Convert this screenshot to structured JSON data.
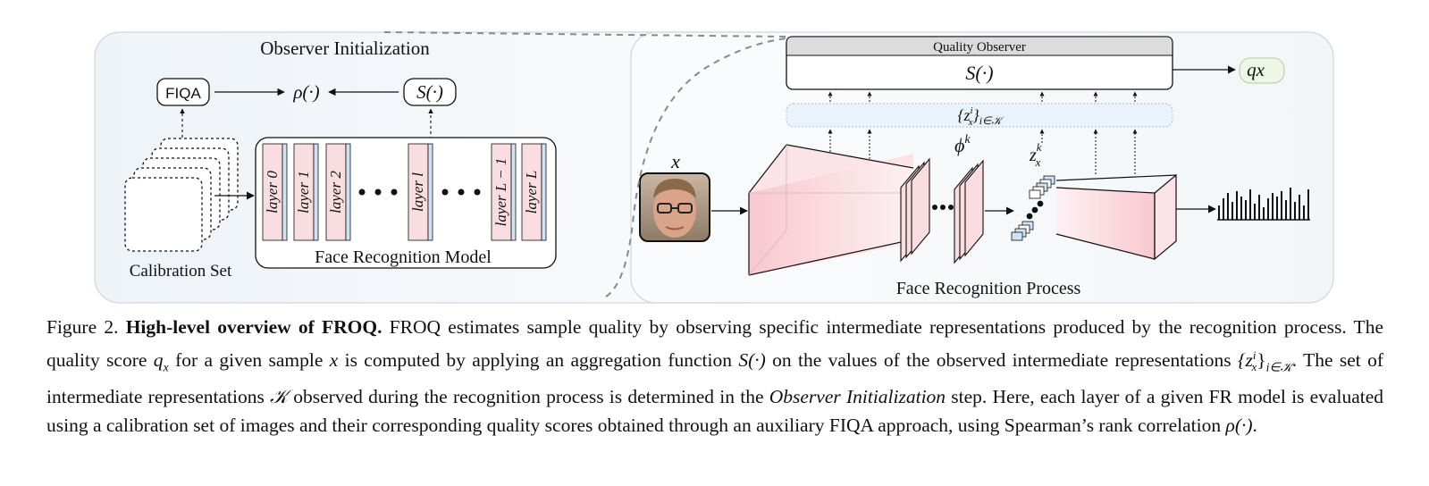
{
  "observer_init": {
    "title": "Observer Initialization",
    "fiqa": "FIQA",
    "rho": "ρ(·)",
    "s_fn": "S(·)",
    "calibration_set": "Calibration Set",
    "model_label": "Face Recognition Model",
    "layers": [
      "layer 0",
      "layer 1",
      "layer 2",
      "layer l",
      "layer L − 1",
      "layer L"
    ]
  },
  "fr_process": {
    "quality_observer": "Quality Observer",
    "s_fn": "S(·)",
    "q_output": "qx",
    "z_set": "{z",
    "z_sup": "i",
    "z_sub_x": "x",
    "z_tail": "}",
    "z_sub_k": "i∈𝒦",
    "input_x": "x",
    "phi": "ϕ",
    "phi_sup": "k",
    "z_k": "z",
    "z_k_sup": "k",
    "z_k_sub": "x",
    "process_label": "Face Recognition Process"
  },
  "caption": {
    "prefix": "Figure 2.",
    "bold": "High-level overview of FROQ.",
    "text1": " FROQ estimates sample quality by observing specific intermediate representations produced by the recognition process. The quality score ",
    "q": "q",
    "q_sub": "x",
    "text2": " for a given sample ",
    "x1": "x",
    "text3": " is computed by applying an aggregation function ",
    "s": "S(·)",
    "text4": " on the values of the observed intermediate representations ",
    "zset": "{z",
    "zset_sup": "i",
    "zset_sub": "x",
    "zset_close": "}",
    "zset_sub2": "i∈𝒦",
    "text5": ". The set of intermediate representations ",
    "kset": "𝒦",
    "text6": " observed during the recognition process is determined in the ",
    "obs_init": "Observer Initialization",
    "text7": " step. Here, each layer of a given FR model is evaluated using a calibration set of images and their corresponding quality scores obtained through an auxiliary FIQA approach, using Spearman’s rank correlation ",
    "rho": "ρ(·)",
    "text8": "."
  },
  "colors": {
    "layer_fill": "#f9dde1",
    "layer_stripe": "#cfe3f7",
    "panel_bg": "#f4f7fa",
    "panel_border": "#cfd6de",
    "q_box": "#eef7e6",
    "z_box": "#eaf3fb",
    "observer_header": "#dcdcdc"
  }
}
